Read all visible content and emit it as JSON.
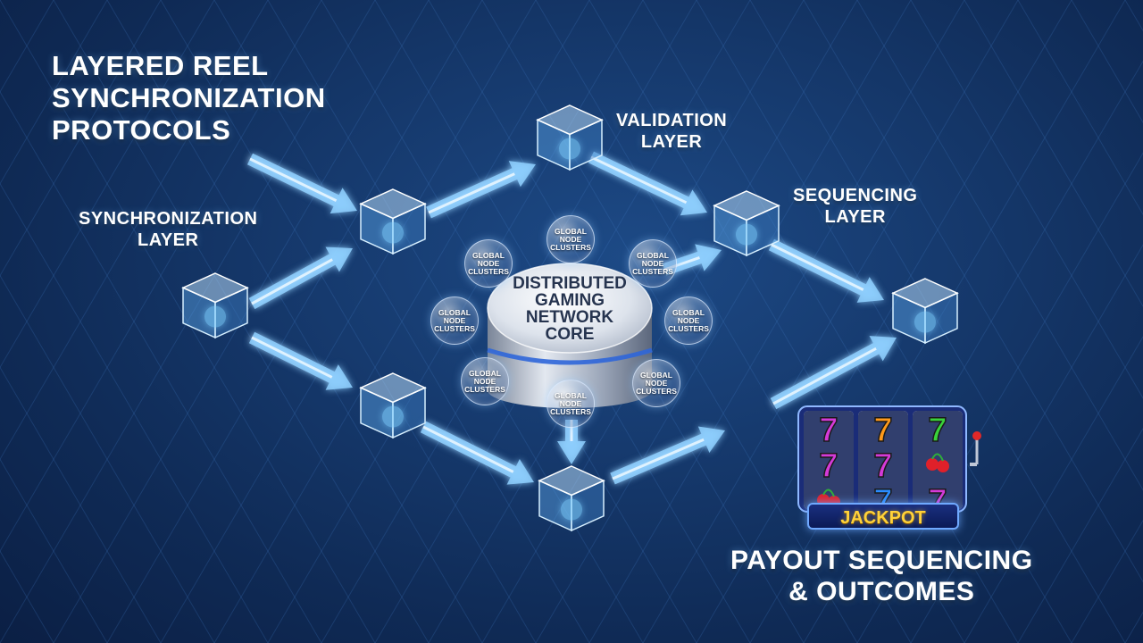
{
  "title": {
    "line1": "LAYERED REEL",
    "line2": "SYNCHRONIZATION",
    "line3": "PROTOCOLS"
  },
  "layers": {
    "synchronization": {
      "line1": "SYNCHRONIZATION",
      "line2": "LAYER"
    },
    "validation": {
      "line1": "VALIDATION",
      "line2": "LAYER"
    },
    "sequencing": {
      "line1": "SEQUENCING",
      "line2": "LAYER"
    }
  },
  "core": {
    "line1": "DISTRIBUTED",
    "line2": "GAMING",
    "line3": "NETWORK",
    "line4": "CORE"
  },
  "node_cluster": {
    "line1": "GLOBAL",
    "line2": "NODE",
    "line3": "CLUSTERS"
  },
  "slot_machine": {
    "reel_symbols": [
      "7",
      "7",
      "7",
      "7",
      "7",
      "cherry",
      "cherry",
      "7-partial",
      "7-partial"
    ],
    "badge": "JACKPOT",
    "colors": {
      "magenta": "#d53ad8",
      "orange": "#ff9a1a",
      "green": "#39d23a",
      "blue": "#2a8cff",
      "gold": "#ffd23a"
    }
  },
  "payout": {
    "line1": "PAYOUT SEQUENCING",
    "line2": "& OUTCOMES"
  },
  "colors": {
    "background": "#163a6e",
    "accent": "#7cc6ff",
    "cube": "#9fd4ff"
  }
}
